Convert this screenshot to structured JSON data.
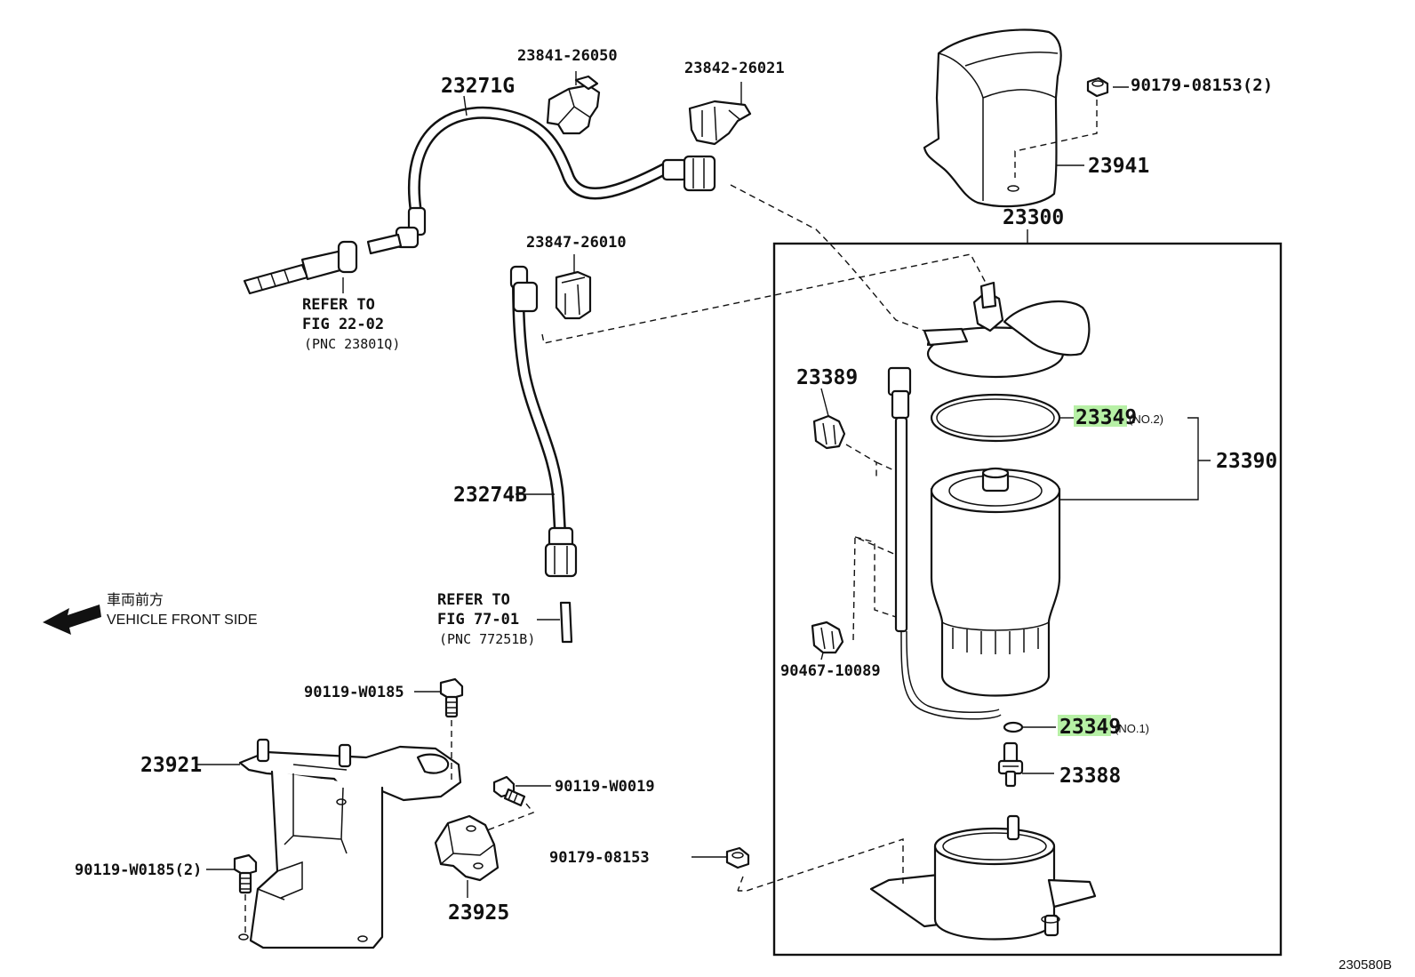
{
  "labels": {
    "p23841": "23841-26050",
    "p23842": "23842-26021",
    "p23271": "23271G",
    "p90179a": "90179-08153(2)",
    "p23941": "23941",
    "p23300": "23300",
    "p23847": "23847-26010",
    "p23389": "23389",
    "p23349_2": "23349",
    "p23349_2_note": "(NO.2)",
    "p23390": "23390",
    "p23274": "23274B",
    "p90467": "90467-10089",
    "p23349_1": "23349",
    "p23349_1_note": "(NO.1)",
    "p23388": "23388",
    "p90119a": "90119-W0185",
    "p23921": "23921",
    "p90119b": "90119-W0019",
    "p90119c": "90119-W0185(2)",
    "p23925": "23925",
    "p90179b": "90179-08153",
    "diagram_code": "230580B"
  },
  "refs": {
    "ref1_line1": "REFER TO",
    "ref1_line2": "FIG 22-02",
    "ref1_line3": "(PNC 23801Q)",
    "ref2_line1": "REFER TO",
    "ref2_line2": "FIG 77-01",
    "ref2_line3": "(PNC 77251B)"
  },
  "front": {
    "jp": "車両前方",
    "en": "VEHICLE FRONT SIDE"
  },
  "colors": {
    "highlight": "#b7f0a6",
    "ink": "#111111"
  }
}
